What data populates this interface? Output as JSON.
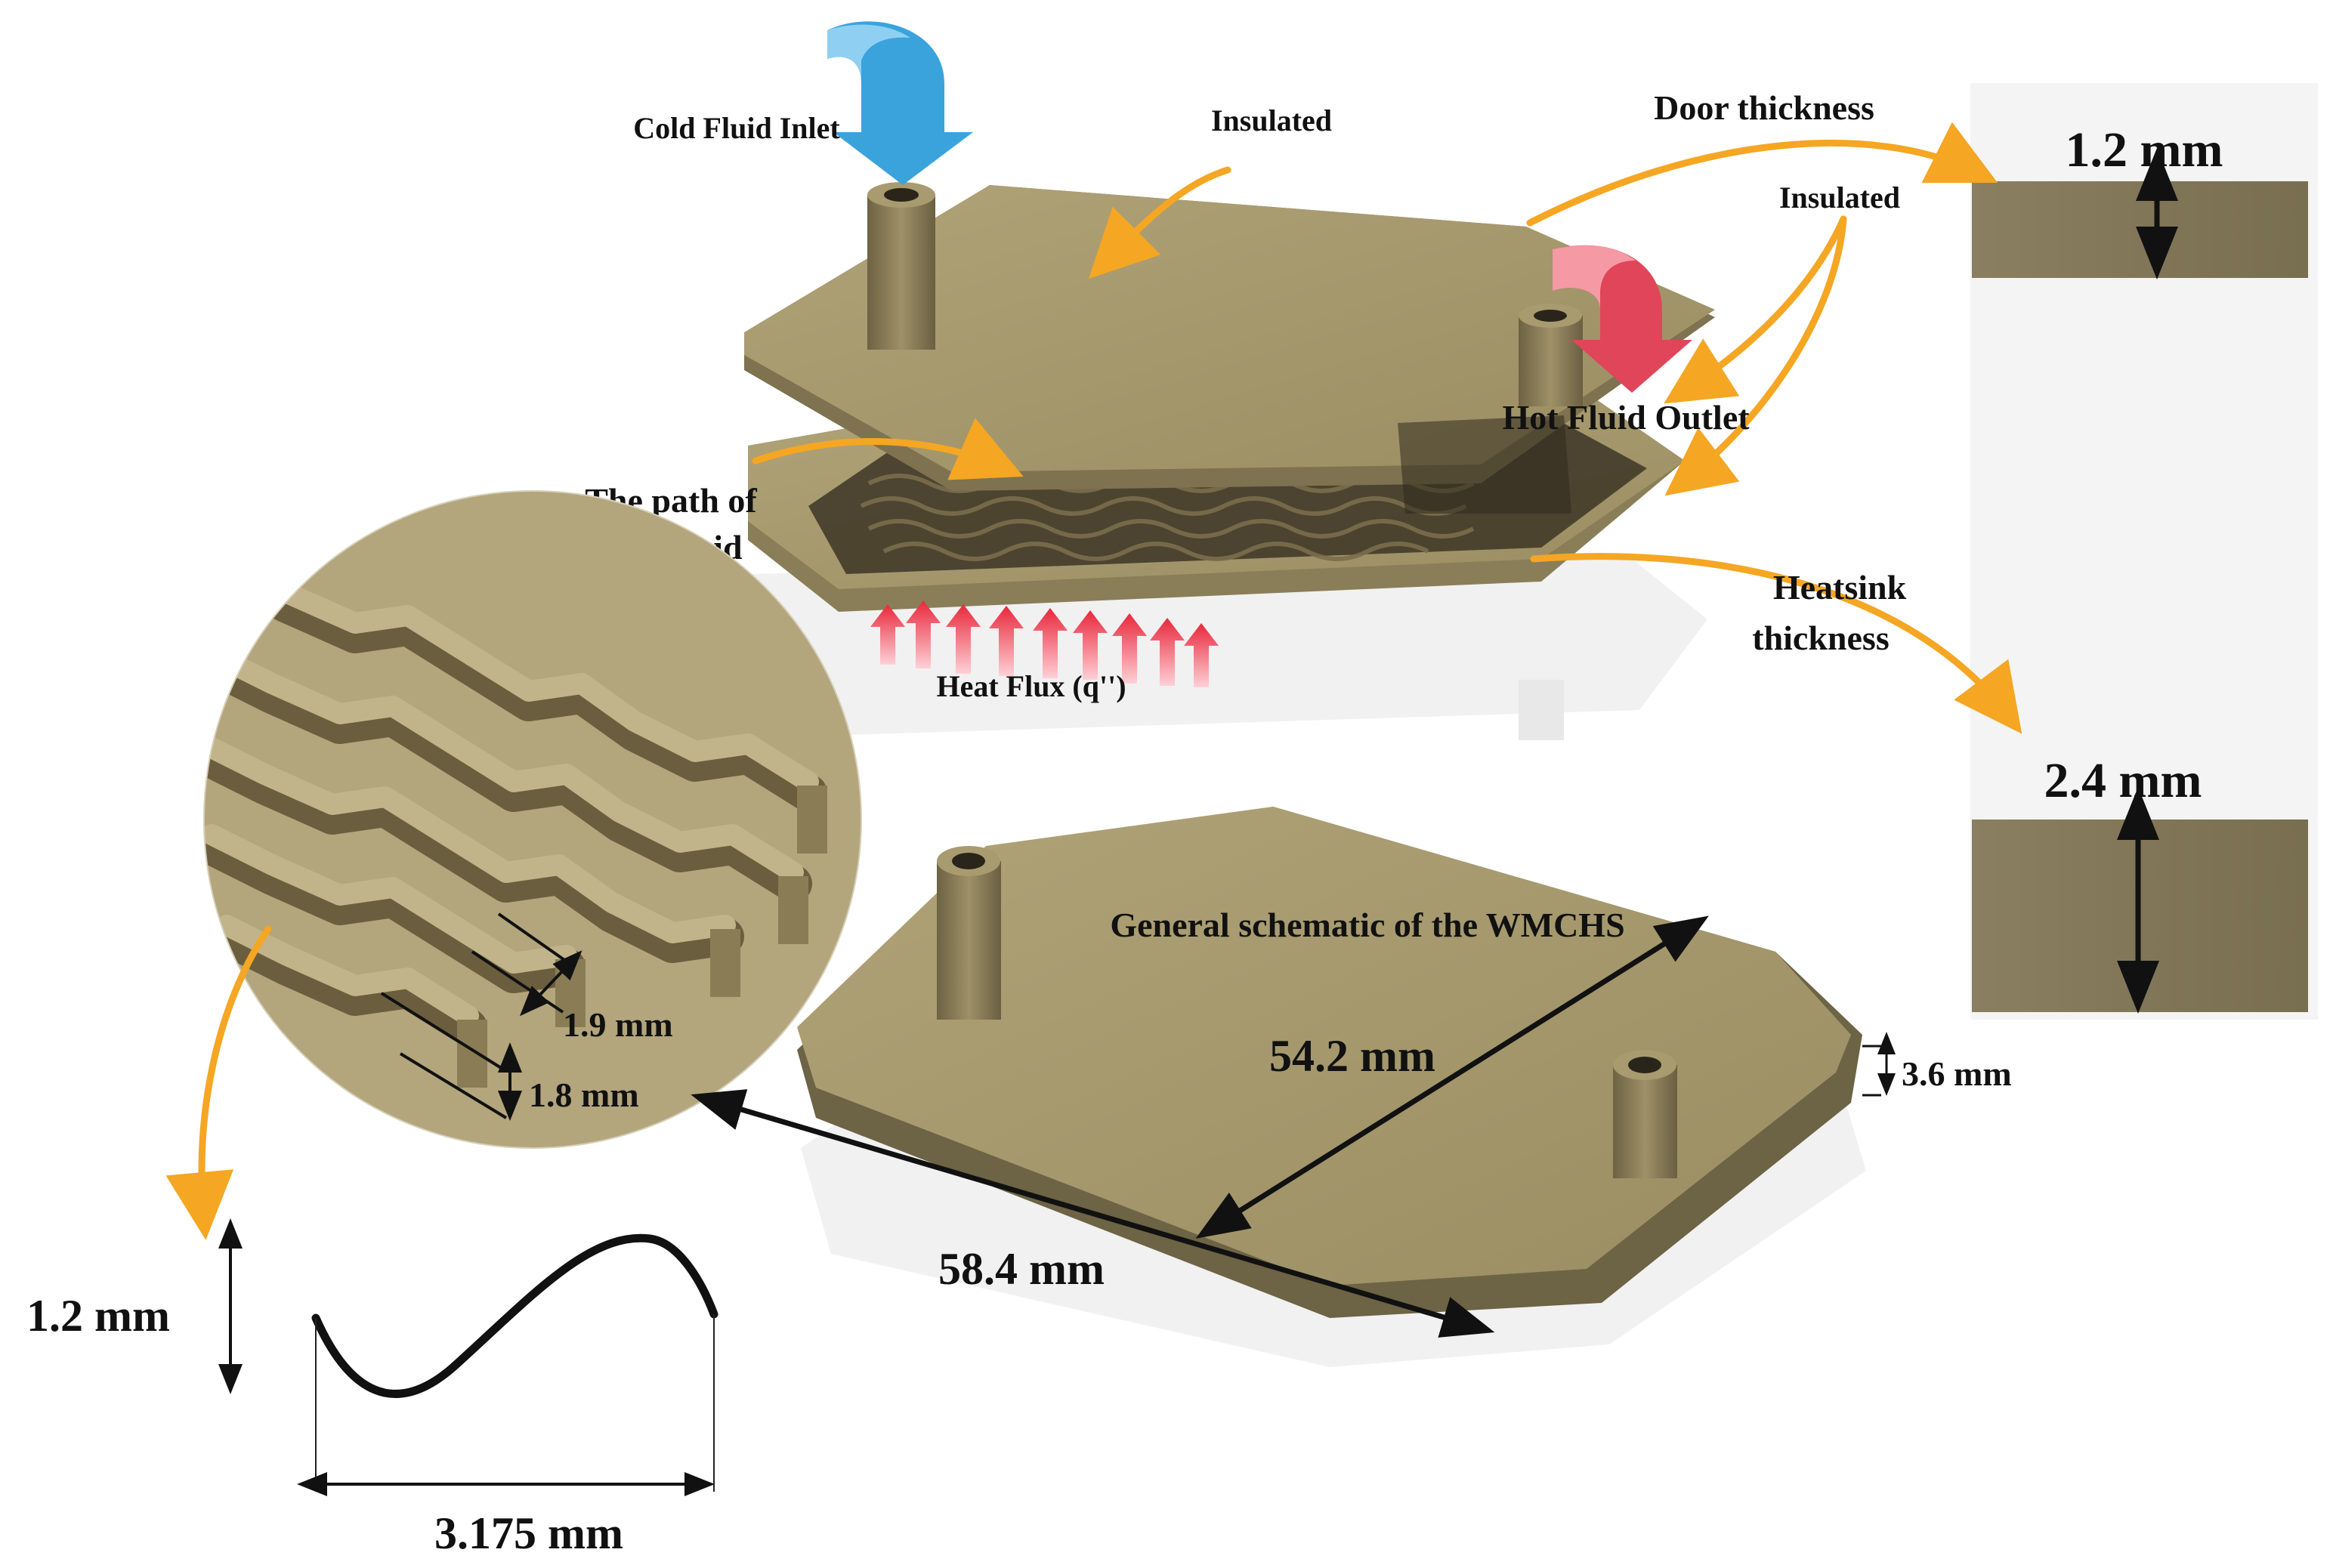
{
  "labels": {
    "cold_inlet": "Cold Fluid Inlet",
    "insulated_top": "Insulated",
    "door_thickness": "Door thickness",
    "door_dim": "1.2 mm",
    "insulated_right": "Insulated",
    "hot_outlet": "Hot Fluid Outlet",
    "path_line1": "The path of",
    "path_line2": "nanofluid",
    "heatsink_line1": "Heatsink",
    "heatsink_line2": "thickness",
    "heatsink_dim": "2.4 mm",
    "heat_flux": "Heat Flux (q'')",
    "general_schematic": "General schematic of the WMCHS",
    "dim_542": "54.2 mm",
    "dim_584": "58.4 mm",
    "dim_36": "3.6 mm",
    "dim_19": "1.9 mm",
    "dim_18": "1.8 mm",
    "wave_amp": "1.2 mm",
    "wave_len": "3.175 mm"
  },
  "colors": {
    "plate_top": "#a39669",
    "plate_side": "#7d7150",
    "plate_dark": "#5f563c",
    "channel_dark": "#4a4230",
    "zoom_fill": "#b3a57c",
    "arrow_orange": "#f5a623",
    "inlet_blue": "#3aa3dc",
    "outlet_red": "#e0455a",
    "flux_red": "#e8283c",
    "swatch": "#7f7558",
    "line": "#111111"
  },
  "icons": {
    "inlet": "curved-down-arrow-blue",
    "outlet": "curved-down-arrow-red",
    "flux": "upward-arrow-red"
  }
}
